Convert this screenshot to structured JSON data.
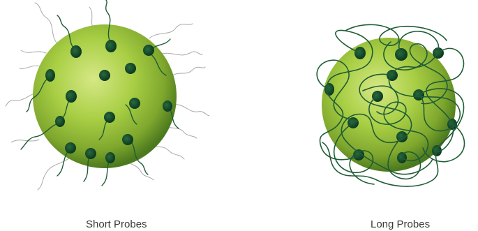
{
  "panels": [
    {
      "id": "short",
      "label": "Short Probes"
    },
    {
      "id": "long",
      "label": "Long Probes"
    }
  ],
  "colors": {
    "bead_light": "#cfe37a",
    "bead_mid": "#9ac63a",
    "bead_dark": "#3f6e1b",
    "pore_dark": "#0b3d22",
    "probe_dark": "#1e5c34",
    "probe_light": "#a8a8a8"
  }
}
